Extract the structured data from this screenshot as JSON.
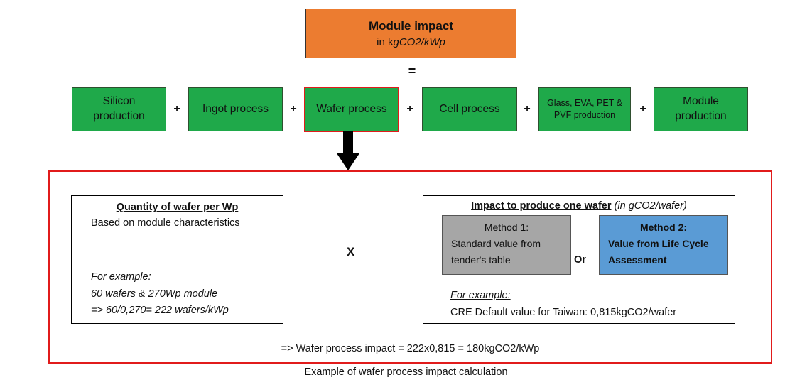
{
  "top": {
    "title": "Module impact",
    "unit_prefix": "in k",
    "unit_italic": "gCO2/kWp"
  },
  "equals": "=",
  "steps": [
    {
      "line1": "Silicon",
      "line2": "production"
    },
    {
      "line1": "Ingot process",
      "line2": ""
    },
    {
      "line1": "Wafer process",
      "line2": ""
    },
    {
      "line1": "Cell process",
      "line2": ""
    },
    {
      "line1": "Glass, EVA, PET &",
      "line2": "PVF production"
    },
    {
      "line1": "Module",
      "line2": "production"
    }
  ],
  "operator_plus": "+",
  "left_box": {
    "heading": "Quantity of wafer per Wp",
    "subtitle": "Based on module characteristics",
    "example_label": "For example:",
    "example_line1": "60 wafers & 270Wp module",
    "example_line2": "=> 60/0,270= 222 wafers/kWp"
  },
  "multiply": "X",
  "right_box": {
    "heading": "Impact to produce one wafer",
    "heading_unit": "(in gCO2/wafer)",
    "method1_title": "Method 1:",
    "method1_line1": "Standard value from",
    "method1_line2": "tender's table",
    "or_label": "Or",
    "method2_title": "Method 2:",
    "method2_line1": "Value from Life Cycle",
    "method2_line2": "Assessment",
    "example_label": "For example:",
    "example_text": "CRE Default value for Taiwan: 0,815kgCO2/wafer"
  },
  "result": "=> Wafer process impact = 222x0,815 = 180kgCO2/kWp",
  "caption": "Example of wafer process impact calculation"
}
